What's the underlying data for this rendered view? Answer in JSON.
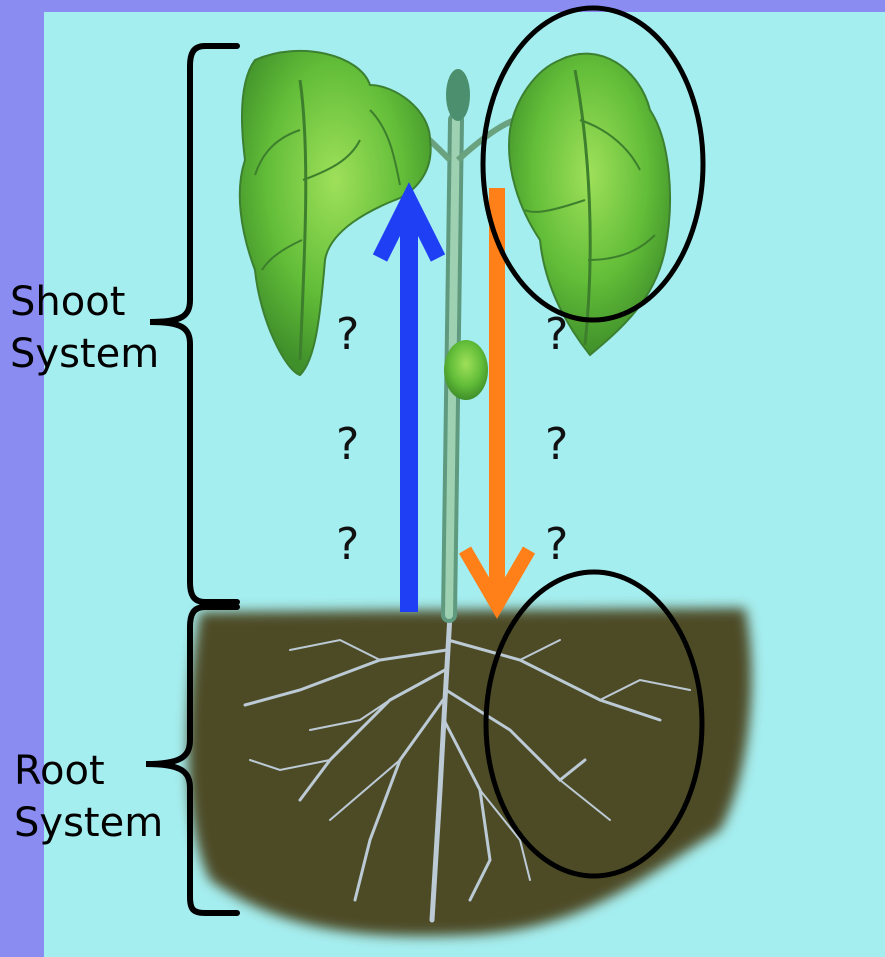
{
  "labels": {
    "shoot_line1": "Shoot",
    "shoot_line2": "System",
    "root_line1": "Root",
    "root_line2": "System"
  },
  "question_marks": {
    "left": [
      "?",
      "?",
      "?"
    ],
    "right": [
      "?",
      "?",
      "?"
    ]
  },
  "colors": {
    "page_border": "#8a8cf2",
    "sky": "#a5eef0",
    "soil": "#4e4b26",
    "up_arrow": "#1f3ff4",
    "down_arrow": "#ff7f18",
    "leaf": "#6cc43a",
    "stem": "#7fb392"
  }
}
